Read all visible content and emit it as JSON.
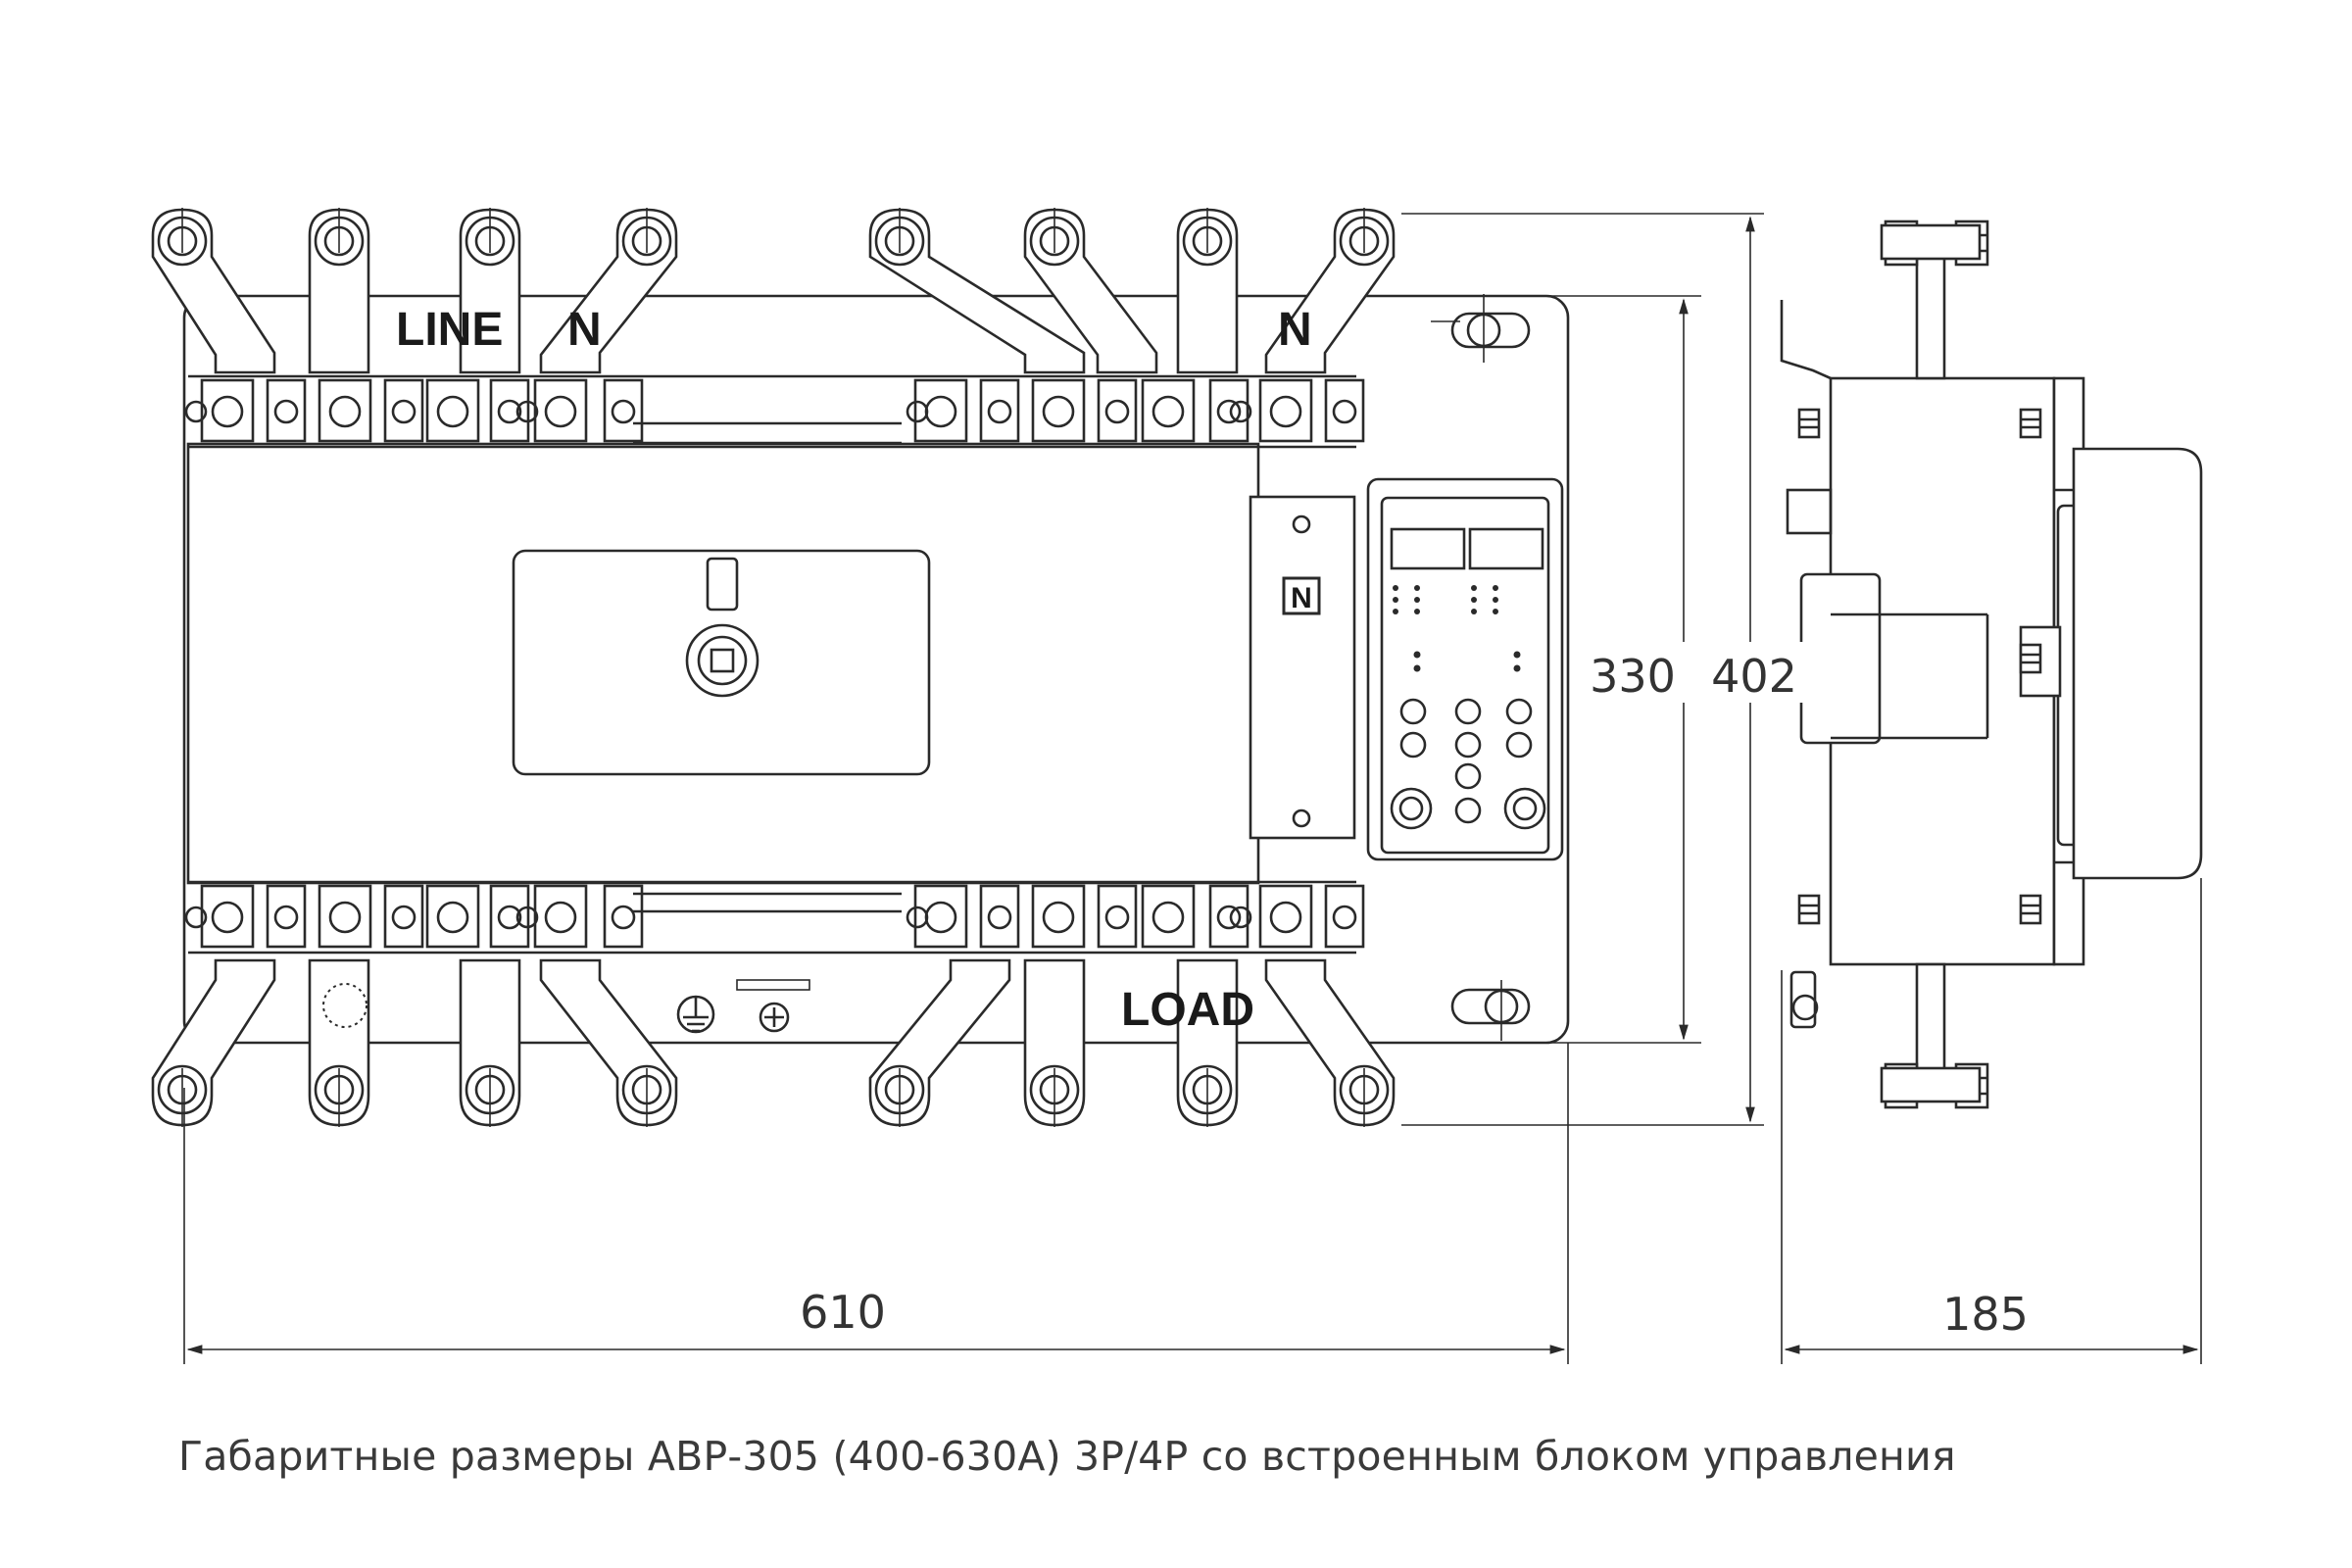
{
  "labels": {
    "line": "LINE",
    "n1": "N",
    "n2": "N",
    "load": "LOAD",
    "neutral_badge": "N"
  },
  "dimensions": {
    "width_front": "610",
    "depth_side": "185",
    "height_inner": "330",
    "height_outer": "402"
  },
  "caption": "Габаритные размеры АВР-305  (400-630А) 3P/4P со встроенным  блоком управления",
  "colors": {
    "line": "#2a2a2a",
    "background": "#ffffff"
  }
}
